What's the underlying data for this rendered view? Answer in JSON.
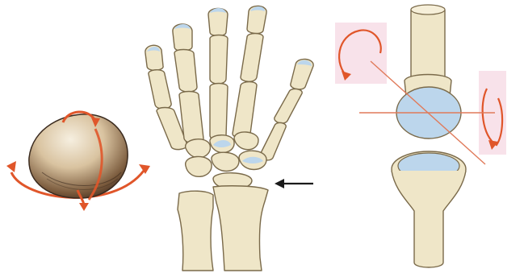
{
  "figure": {
    "panels": [
      {
        "name": "ovoid-shape",
        "rotation_directions": 2
      },
      {
        "name": "wrist-bones",
        "pointer": "arrow-left"
      },
      {
        "name": "ellipsoid-joint",
        "rotation_axes": 2
      }
    ]
  },
  "colors": {
    "bone_fill": "#efe6c8",
    "bone_stroke": "#7a6a4a",
    "cartilage": "#bcd6ec",
    "arrow_red": "#e0562a",
    "plane_pink": "#f7dde6",
    "axis_line": "#e07a5a",
    "ovoid_dark": "#5a4330",
    "ovoid_light": "#f3ead8",
    "pointer": "#1a1a1a"
  },
  "icons": [
    "curved-arrow-icon",
    "rotation-arrow-icon",
    "pointer-arrow-icon"
  ]
}
